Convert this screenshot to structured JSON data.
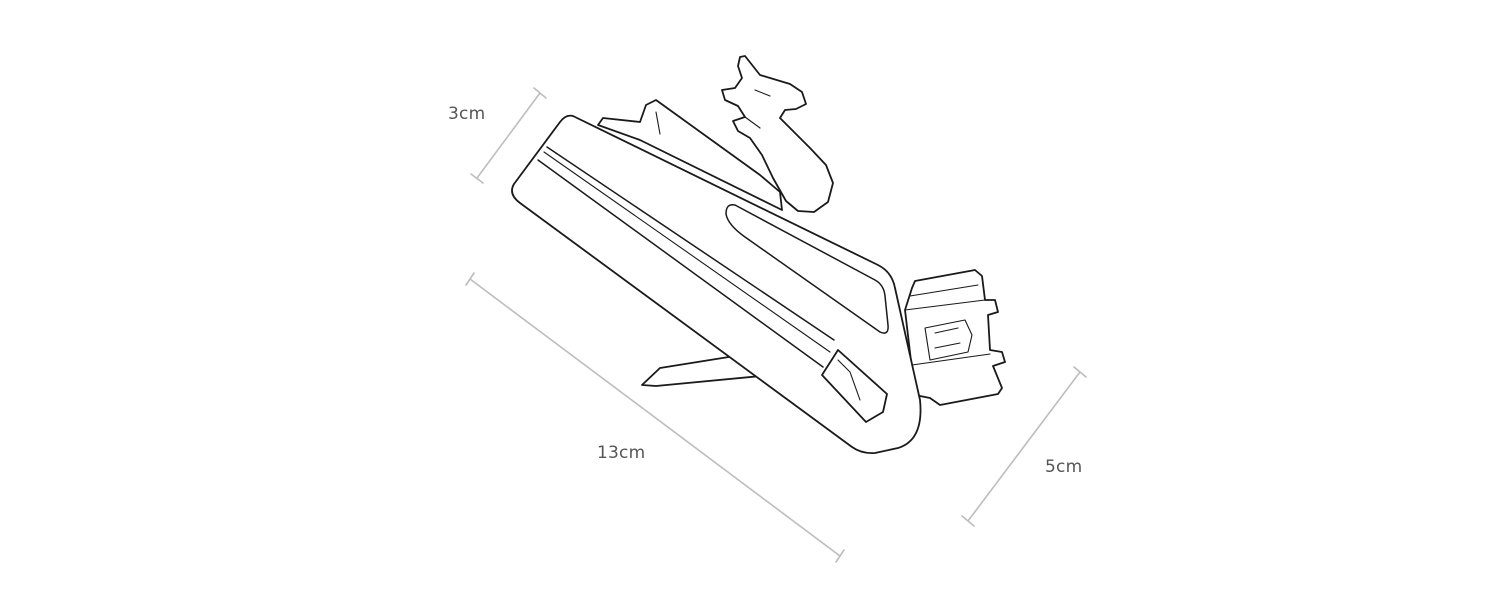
{
  "dimensions": {
    "height_label": "3cm",
    "length_label": "13cm",
    "width_label": "5cm"
  },
  "colors": {
    "dimension_line": "#bdbdbd",
    "dimension_text": "#555555",
    "outline": "#1a1a1a",
    "background": "#ffffff"
  },
  "icons": {
    "product": "saddle-bag-line-drawing-icon"
  }
}
